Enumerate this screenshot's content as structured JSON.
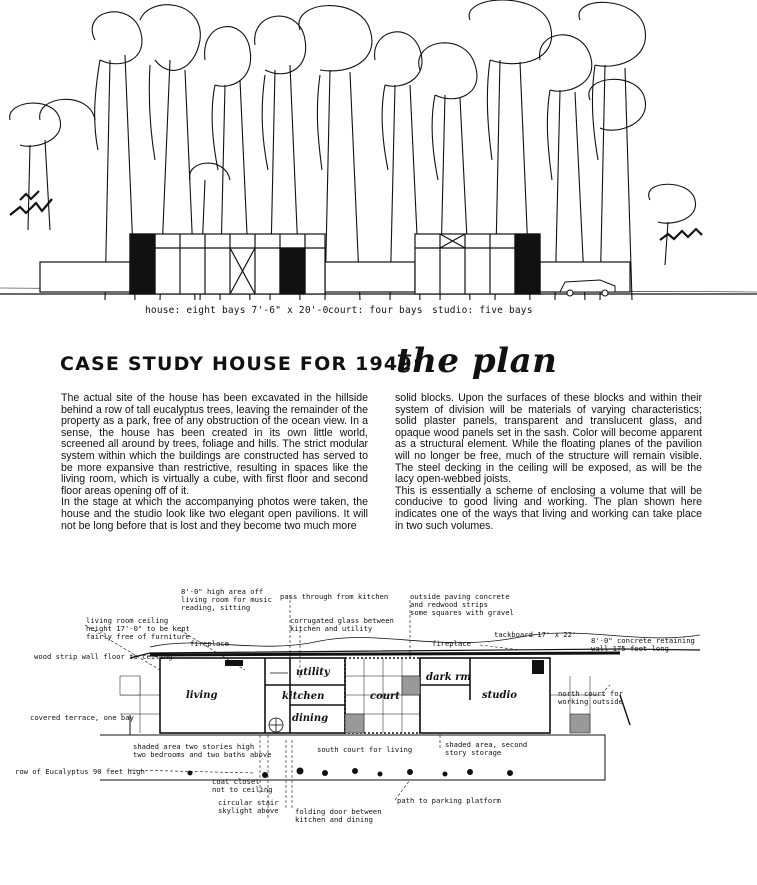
{
  "elevation": {
    "caption_house": "house: eight bays 7'-6\" x 20'-0",
    "caption_court": "court: four bays",
    "caption_studio": "studio: five bays"
  },
  "title": {
    "main": "CASE STUDY HOUSE FOR 1949:",
    "accent": "the plan"
  },
  "body": {
    "left_p1": "The actual site of the house has been excavated in the hillside behind a row of tall eucalyptus trees, leaving the remainder of the property as a park, free of any obstruction of the ocean view. In a sense, the house has been created in its own little world, screened all around by trees, foliage and hills. The strict modular system within which the buildings are constructed has served to be more expansive than restrictive, resulting in spaces like the living room, which is virtually a cube, with first floor and second floor areas opening off of it.",
    "left_p2": "In the stage at which the accompanying photos were taken, the house and the studio look like two elegant open pavilions. It will not be long before that is lost and they become two much more",
    "right_p1": "solid blocks. Upon the surfaces of these blocks and within their system of division will be materials of varying characteristics; solid plaster panels, transparent and translucent glass, and opaque wood panels set in the sash. Color will become apparent as a structural element. While the floating planes of the pavilion will no longer be free, much of the structure will remain visible. The steel decking in the ceiling will be exposed, as will be the lacy open-webbed joists.",
    "right_p2": "This is essentially a scheme of enclosing a volume that will be conducive to good living and working. The plan shown here indicates one of the ways that living and working can take place in two such volumes."
  },
  "plan": {
    "rooms": {
      "living": "living",
      "kitchen": "kitchen",
      "utility": "utility",
      "dining": "dining",
      "court": "court",
      "dark_rm": "dark rm",
      "studio": "studio"
    },
    "labels": {
      "high_area": "8'-0\" high area off\nliving room for music\nreading, sitting",
      "pass_through": "pass through from kitchen",
      "corrugated": "corrugated glass between\nkitchen and utility",
      "paving": "outside paving concrete\nand redwood strips\nsome squares with gravel",
      "ceiling": "living room ceiling\nheight 17'-0\" to be kept\nfairly free of furniture",
      "fireplace_left": "fireplace",
      "fireplace_right": "fireplace",
      "tackboard": "tackboard 17' x 22'",
      "retaining_wall": "8'-0\" concrete retaining\nwall 175 feet long",
      "wood_strip": "wood strip wall floor to ceiling",
      "covered_terrace": "covered terrace, one bay",
      "north_court": "north court for\nworking outside",
      "shaded_two": "shaded area two stories high\ntwo bedrooms and two baths above",
      "south_court": "south court for living",
      "shaded_second": "shaded area, second\nstory storage",
      "eucalyptus": "row of Eucalyptus 90 feet high",
      "coat_closet": "coat closet\nnot to ceiling",
      "circular_stair": "circular stair\nskylight above",
      "folding_door": "folding door between\nkitchen and dining",
      "parking_path": "path to parking platform"
    }
  },
  "colors": {
    "ink": "#111111",
    "paper": "#ffffff"
  }
}
